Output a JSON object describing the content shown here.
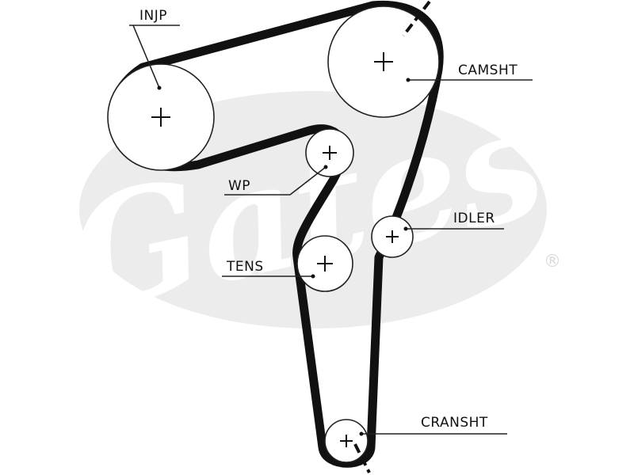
{
  "watermark": {
    "brand": "Gates",
    "registered_mark": "®",
    "color": "#e6e6e6"
  },
  "colors": {
    "belt": "#111111",
    "outline": "#222222",
    "leader": "#222222"
  },
  "labels": {
    "injp": "INJP",
    "camsht": "CAMSHT",
    "wp": "WP",
    "idler": "IDLER",
    "tens": "TENS",
    "cransht": "CRANSHT"
  },
  "icons": {
    "center": "plus-icon",
    "timing_mark": "dash-mark-icon"
  }
}
